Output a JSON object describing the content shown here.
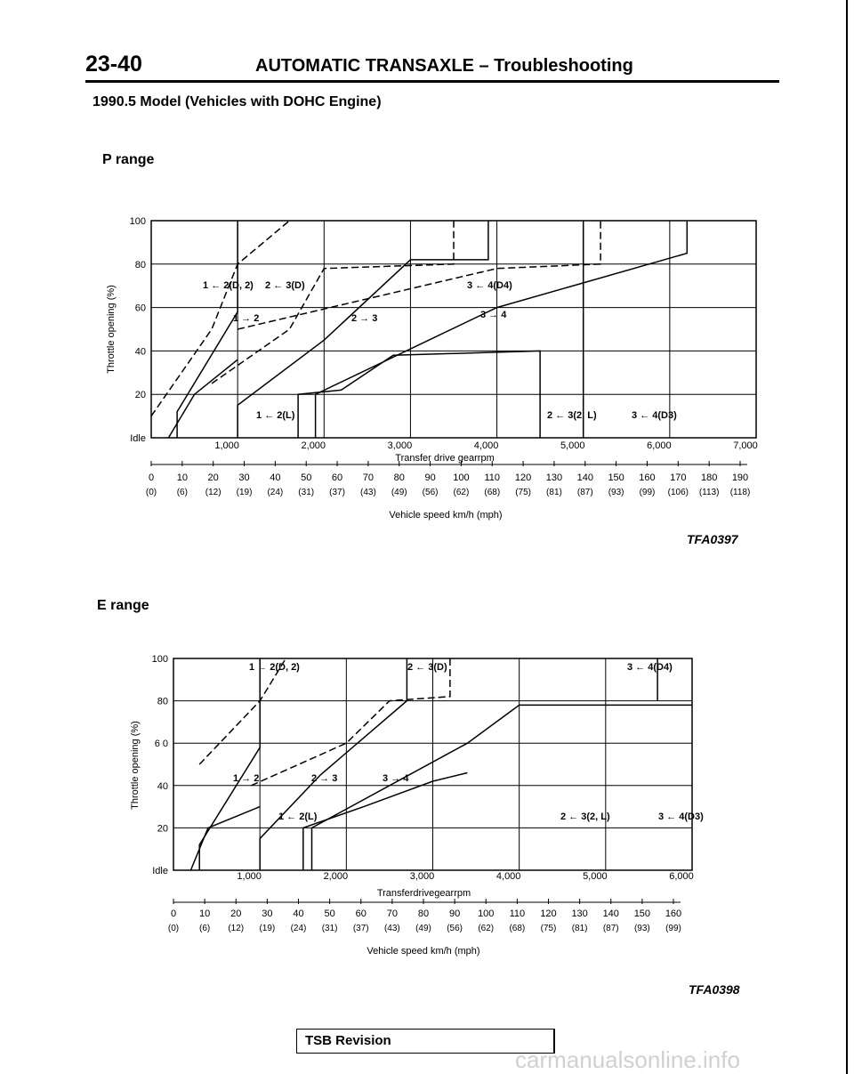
{
  "header": {
    "page_number": "23-40",
    "title": "AUTOMATIC TRANSAXLE – Troubleshooting"
  },
  "model_title": "1990.5 Model (Vehicles with DOHC Engine)",
  "tsb_label": "TSB Revision",
  "watermark": "carmanualsonline.info",
  "chart_data": [
    {
      "type": "line",
      "title": "P range",
      "figure_code": "TFA0397",
      "ylabel": "Throttle opening (%)",
      "y_ticks": [
        "100",
        "80",
        "60",
        "40",
        "20",
        "Idle"
      ],
      "ylim": [
        0,
        100
      ],
      "xlabel": "Transfer drive gearrpm",
      "x_ticks": [
        "1,000",
        "2,000",
        "3,000",
        "4,000",
        "5,000",
        "6,000",
        "7,000"
      ],
      "xlim": [
        0,
        7000
      ],
      "speed_axis_label": "Vehicle speed km/h (mph)",
      "speed_ticks_kmh": [
        "0",
        "10",
        "20",
        "30",
        "40",
        "50",
        "60",
        "70",
        "80",
        "90",
        "100",
        "110",
        "120",
        "130",
        "140",
        "150",
        "160",
        "170",
        "180",
        "190"
      ],
      "speed_ticks_mph": [
        "(0)",
        "(6)",
        "(12)",
        "(19)",
        "(24)",
        "(31)",
        "(37)",
        "(43)",
        "(49)",
        "(56)",
        "(62)",
        "(68)",
        "(75)",
        "(81)",
        "(87)",
        "(93)",
        "(99)",
        "(106)",
        "(113)",
        "(118)"
      ],
      "annotations": [
        "1 ← 2(D, 2)",
        "2 ← 3(D)",
        "3 ← 4(D4)",
        "1 → 2",
        "2 → 3",
        "3 → 4",
        "1 ← 2(L)",
        "2 ← 3(2, L)",
        "3 ← 4(D3)"
      ],
      "series": [
        {
          "name": "1 → 2",
          "style": "solid",
          "points": [
            [
              300,
              0
            ],
            [
              300,
              12
            ],
            [
              1000,
              58
            ],
            [
              1000,
              100
            ]
          ]
        },
        {
          "name": "2 → 3",
          "style": "solid",
          "points": [
            [
              1000,
              0
            ],
            [
              1000,
              15
            ],
            [
              2000,
              45
            ],
            [
              3000,
              82
            ],
            [
              3900,
              82
            ],
            [
              3900,
              100
            ]
          ]
        },
        {
          "name": "3 → 4",
          "style": "solid",
          "points": [
            [
              1900,
              0
            ],
            [
              1900,
              20
            ],
            [
              4000,
              60
            ],
            [
              6200,
              85
            ],
            [
              6200,
              100
            ]
          ]
        },
        {
          "name": "1 ← 2(D, 2)",
          "style": "dashed",
          "points": [
            [
              0,
              10
            ],
            [
              700,
              50
            ],
            [
              1000,
              80
            ],
            [
              1600,
              100
            ]
          ]
        },
        {
          "name": "2 ← 3(D)",
          "style": "dashed",
          "points": [
            [
              700,
              25
            ],
            [
              1600,
              50
            ],
            [
              2000,
              78
            ],
            [
              3500,
              80
            ],
            [
              3500,
              100
            ]
          ]
        },
        {
          "name": "3 ← 4(D4)",
          "style": "dashed",
          "points": [
            [
              1000,
              50
            ],
            [
              4000,
              78
            ],
            [
              5200,
              80
            ],
            [
              5200,
              100
            ]
          ]
        },
        {
          "name": "1 ← 2(L)",
          "style": "solid",
          "points": [
            [
              200,
              0
            ],
            [
              500,
              20
            ],
            [
              1000,
              36
            ]
          ]
        },
        {
          "name": "2 ← 3(2, L)",
          "style": "solid",
          "points": [
            [
              1700,
              0
            ],
            [
              1700,
              20
            ],
            [
              2200,
              22
            ],
            [
              2800,
              38
            ],
            [
              4500,
              40
            ],
            [
              4500,
              0
            ]
          ]
        },
        {
          "name": "3 ← 4(D3)",
          "style": "solid",
          "points": [
            [
              5000,
              0
            ],
            [
              5000,
              100
            ]
          ]
        }
      ]
    },
    {
      "type": "line",
      "title": "E range",
      "figure_code": "TFA0398",
      "ylabel": "Throttle opening (%)",
      "y_ticks": [
        "100",
        "80",
        "6 0",
        "40",
        "20",
        "Idle"
      ],
      "ylim": [
        0,
        100
      ],
      "xlabel": "Transferdrivegearrpm",
      "x_ticks": [
        "1,000",
        "2,000",
        "3,000",
        "4,000",
        "5,000",
        "6,000"
      ],
      "xlim": [
        0,
        6000
      ],
      "speed_axis_label": "Vehicle speed km/h (mph)",
      "speed_ticks_kmh": [
        "0",
        "10",
        "20",
        "30",
        "40",
        "50",
        "60",
        "70",
        "80",
        "90",
        "100",
        "110",
        "120",
        "130",
        "140",
        "150",
        "160"
      ],
      "speed_ticks_mph": [
        "(0)",
        "(6)",
        "(12)",
        "(19)",
        "(24)",
        "(31)",
        "(37)",
        "(43)",
        "(49)",
        "(56)",
        "(62)",
        "(68)",
        "(75)",
        "(81)",
        "(87)",
        "(93)",
        "(99)"
      ],
      "annotations": [
        "1 ← 2(D, 2)",
        "2 ← 3(D)",
        "3 ← 4(D4)",
        "1 → 2",
        "2 → 3",
        "3 → 4",
        "1 ← 2(L)",
        "2 ← 3(2, L)",
        "3 ← 4(D3)"
      ],
      "series": [
        {
          "name": "1 → 2",
          "style": "solid",
          "points": [
            [
              300,
              0
            ],
            [
              300,
              12
            ],
            [
              1000,
              58
            ],
            [
              1000,
              100
            ]
          ]
        },
        {
          "name": "2 → 3",
          "style": "solid",
          "points": [
            [
              1000,
              0
            ],
            [
              1000,
              15
            ],
            [
              1700,
              45
            ],
            [
              2700,
              80
            ],
            [
              2700,
              100
            ]
          ]
        },
        {
          "name": "3 → 4",
          "style": "solid",
          "points": [
            [
              1600,
              0
            ],
            [
              1600,
              20
            ],
            [
              3400,
              60
            ],
            [
              4000,
              78
            ],
            [
              6000,
              78
            ]
          ]
        },
        {
          "name": "1 ← 2(D, 2)",
          "style": "dashed",
          "points": [
            [
              300,
              50
            ],
            [
              1000,
              80
            ],
            [
              1300,
              100
            ]
          ]
        },
        {
          "name": "2 ← 3(D)",
          "style": "dashed",
          "points": [
            [
              900,
              40
            ],
            [
              2000,
              60
            ],
            [
              2500,
              80
            ],
            [
              3200,
              82
            ],
            [
              3200,
              100
            ]
          ]
        },
        {
          "name": "1 ← 2(L)",
          "style": "solid",
          "points": [
            [
              200,
              0
            ],
            [
              400,
              20
            ],
            [
              1000,
              30
            ]
          ]
        },
        {
          "name": "2 ← 3(2, L)",
          "style": "solid",
          "points": [
            [
              1500,
              0
            ],
            [
              1500,
              20
            ],
            [
              2200,
              30
            ],
            [
              3000,
              42
            ],
            [
              3400,
              46
            ]
          ]
        },
        {
          "name": "3 ← 4(D3)",
          "style": "solid",
          "points": [
            [
              5600,
              80
            ],
            [
              5600,
              100
            ]
          ]
        }
      ]
    }
  ]
}
